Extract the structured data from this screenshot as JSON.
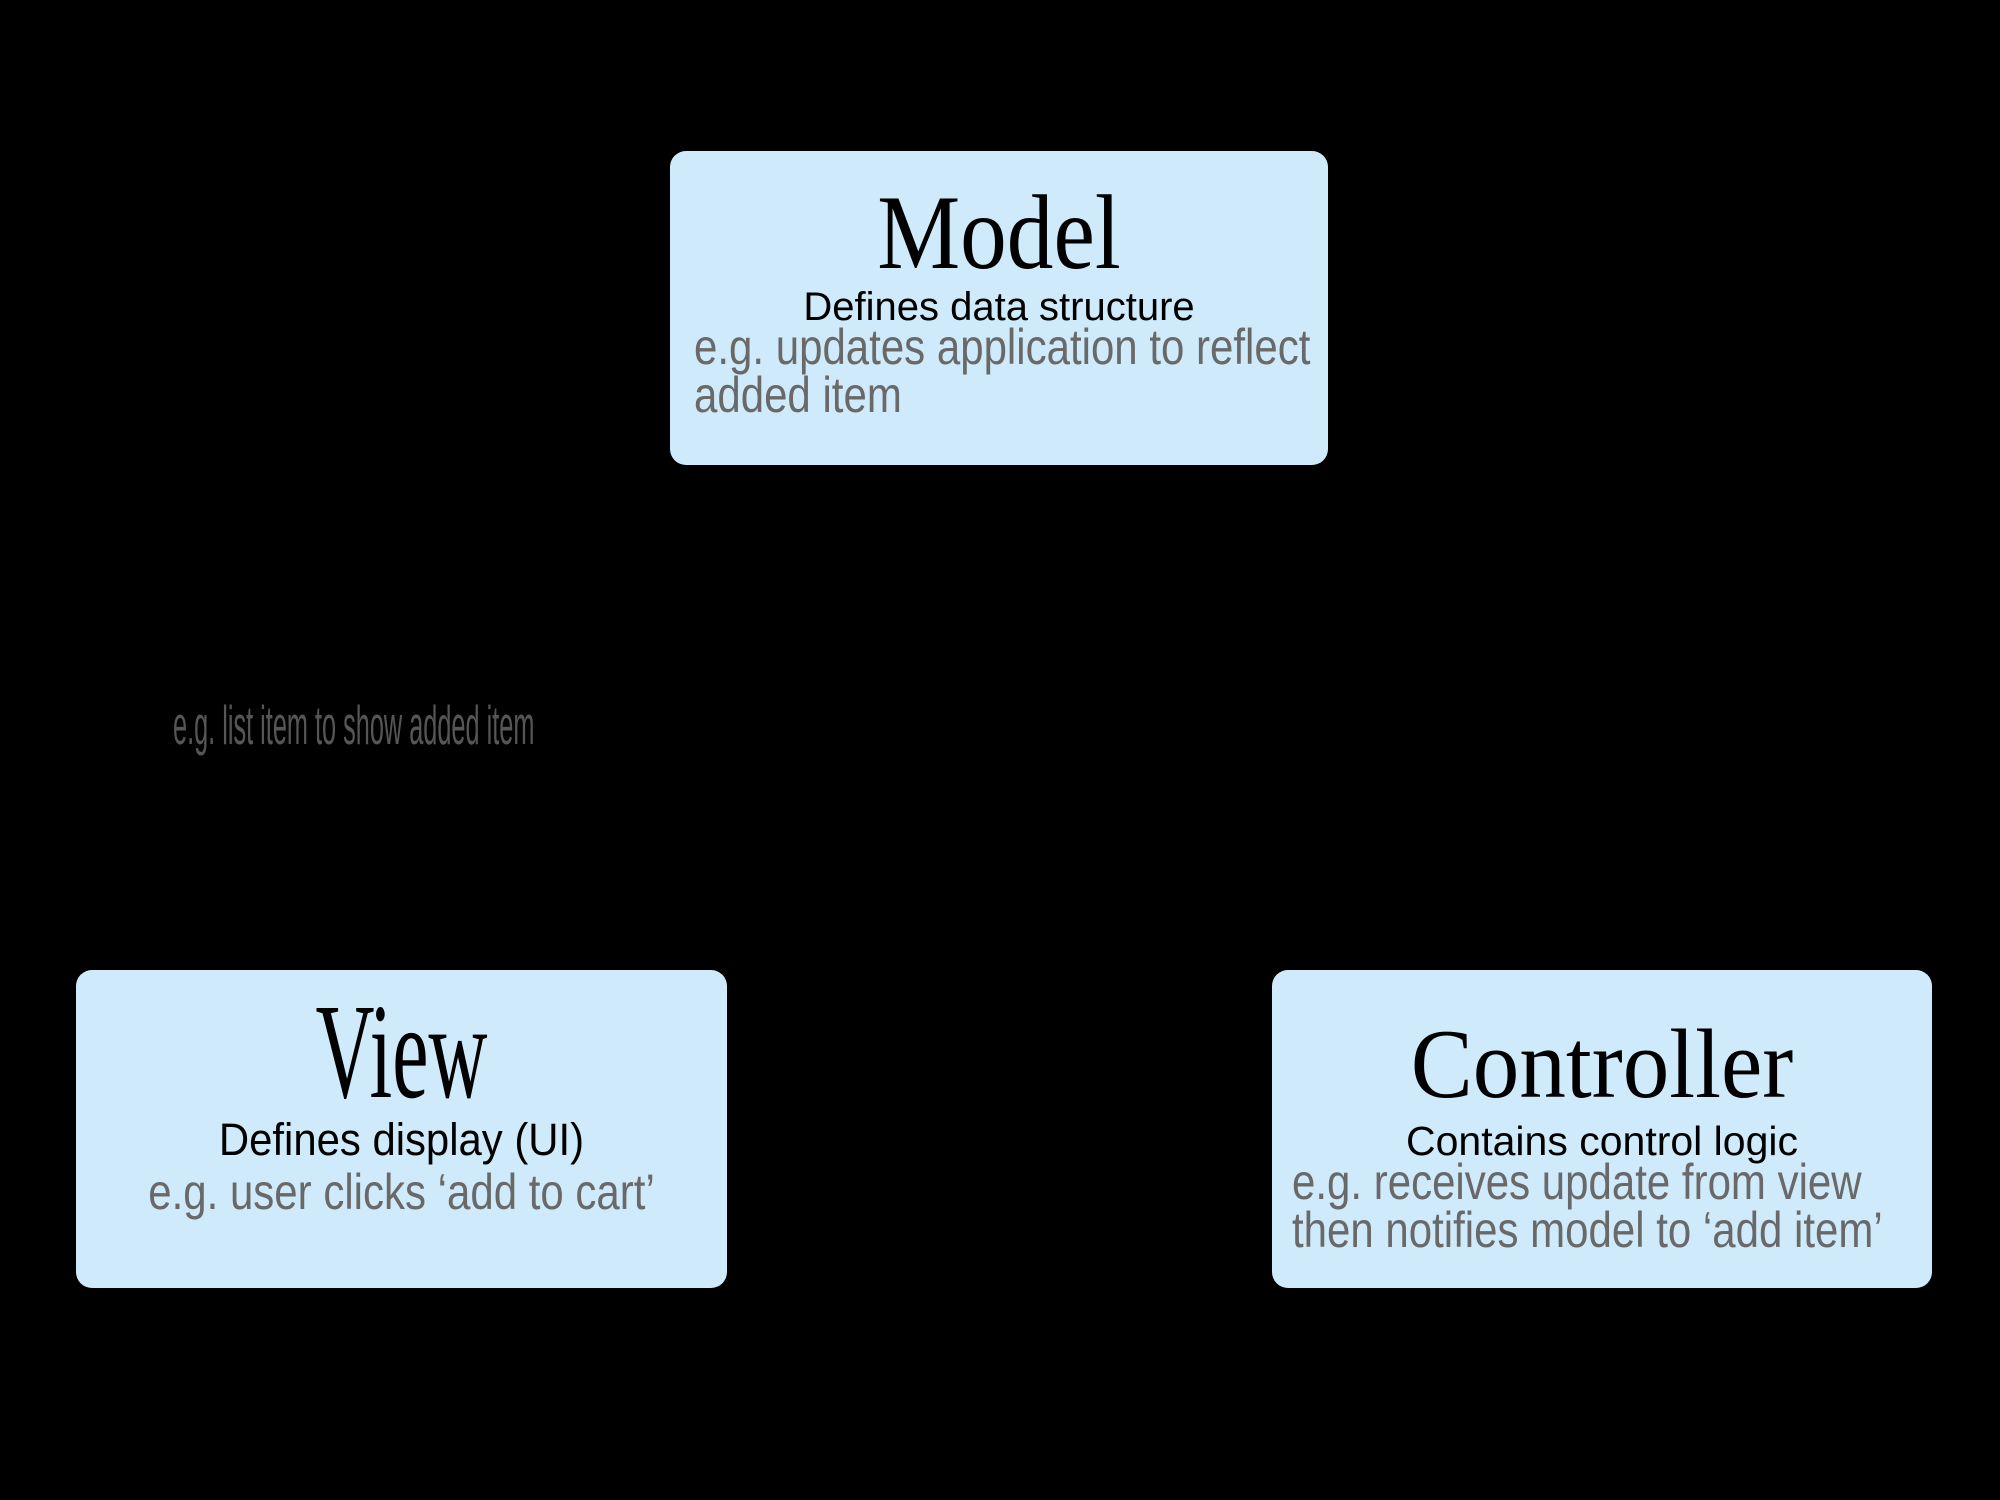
{
  "colors": {
    "background": "#000000",
    "box_fill": "#cfeafa",
    "title": "#000000",
    "subtitle": "#000000",
    "example_text": "#696969",
    "floating_example_text": "#565656"
  },
  "boxes": {
    "model": {
      "title": "Model",
      "subtitle": "Defines data structure",
      "example_lines": [
        "e.g. updates application to reflect",
        "added item"
      ]
    },
    "view": {
      "title": "View",
      "subtitle": "Defines display (UI)",
      "example_lines": [
        "e.g. user clicks ‘add to cart’"
      ]
    },
    "controller": {
      "title": "Controller",
      "subtitle": "Contains control logic",
      "example_lines": [
        "e.g. receives update from view",
        "then notifies model to ‘add item’"
      ]
    }
  },
  "floating_label": "e.g. list item to show added item"
}
